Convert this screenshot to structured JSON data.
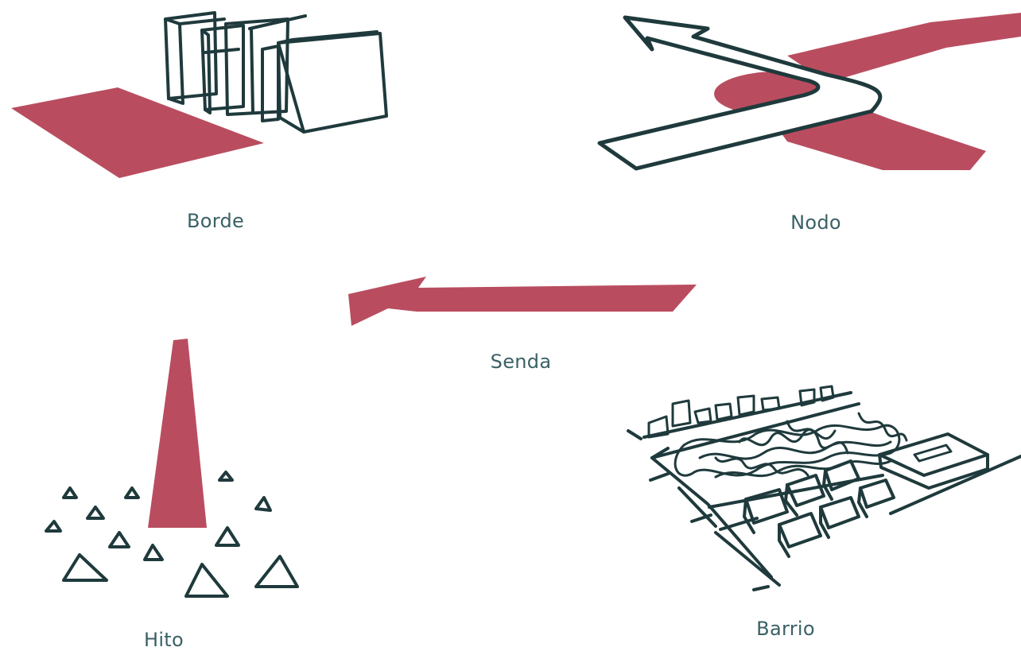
{
  "labels": {
    "borde": "Borde",
    "nodo": "Nodo",
    "senda": "Senda",
    "hito": "Hito",
    "barrio": "Barrio"
  },
  "colors": {
    "accent_red": "#b94d5f",
    "ink": "#1f3a3c",
    "label_text": "#3a6166"
  }
}
